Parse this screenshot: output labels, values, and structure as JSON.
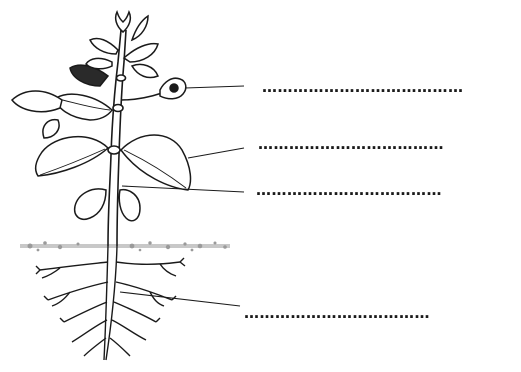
{
  "labels": [
    {
      "part": "flower",
      "answer_blank": "…………………………………"
    },
    {
      "part": "leaf",
      "answer_blank": "………………………………"
    },
    {
      "part": "stem",
      "answer_blank": "………………………………"
    },
    {
      "part": "root",
      "answer_blank": "………………………………"
    }
  ],
  "colors": {
    "ink": "#1a1a1a",
    "soil": "#9a9a9a",
    "background": "#ffffff"
  }
}
